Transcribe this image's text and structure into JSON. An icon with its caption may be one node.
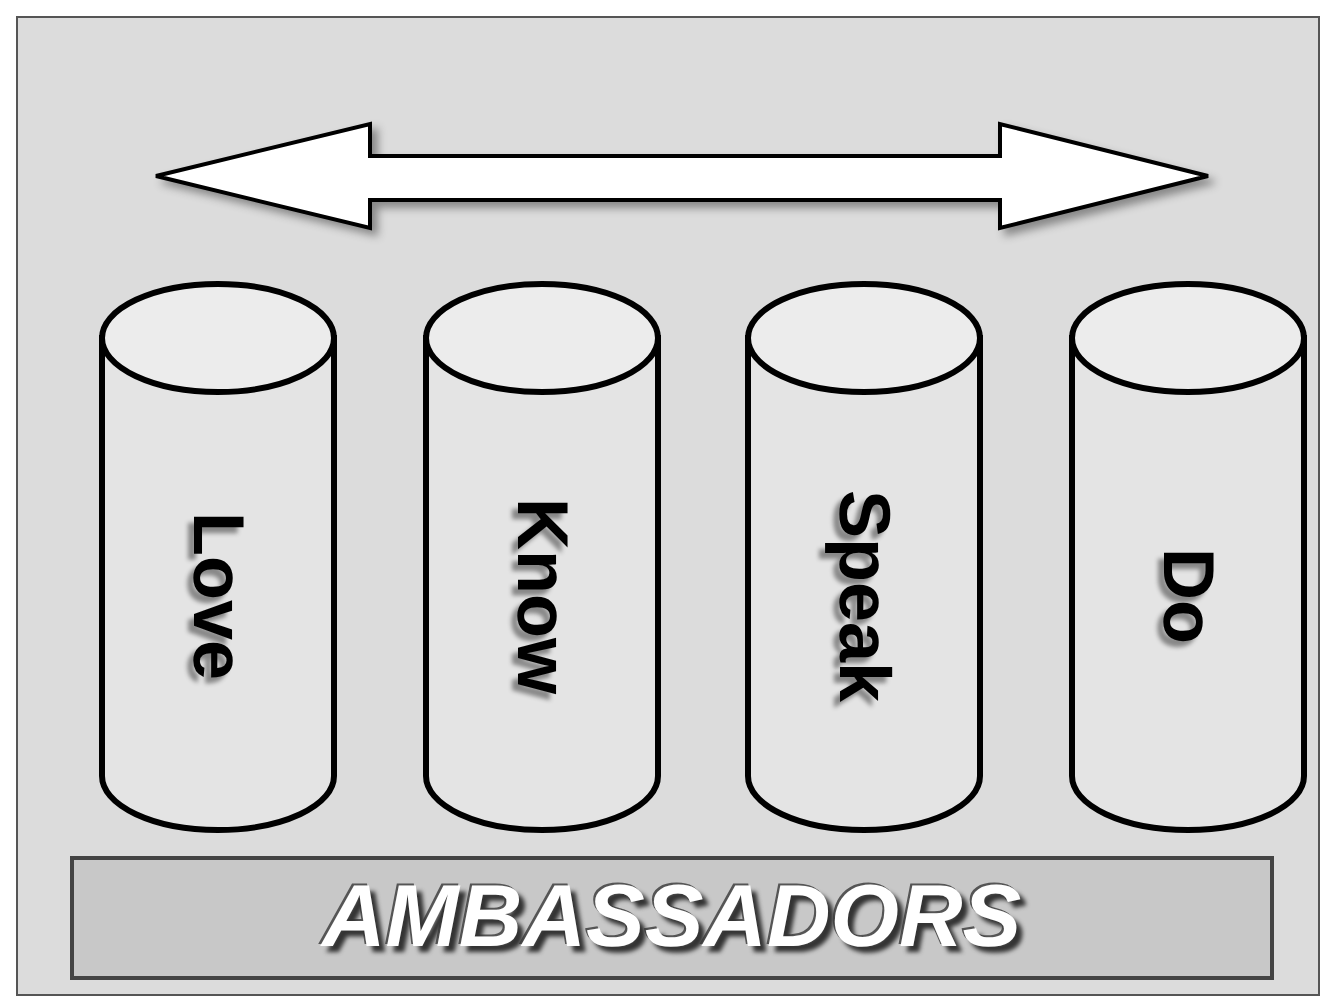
{
  "diagram": {
    "nodes": [
      {
        "text": [
          "Love"
        ]
      },
      {
        "text": [
          "Know"
        ]
      },
      {
        "text": [
          "Speak"
        ]
      },
      {
        "text": [
          "Do"
        ]
      },
      {
        "text": [
          "AMBASSADORS"
        ]
      }
    ]
  }
}
